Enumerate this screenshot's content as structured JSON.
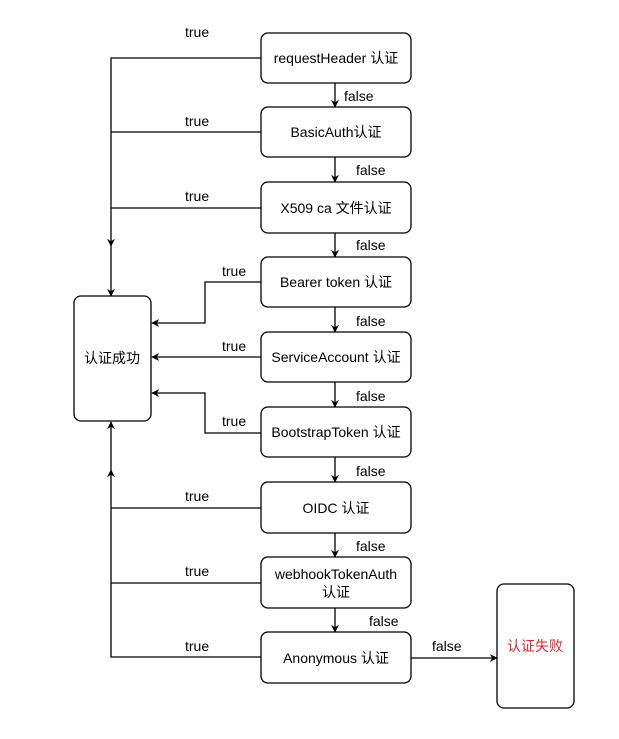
{
  "nodes": {
    "n1": {
      "lines": [
        "requestHeader 认证"
      ]
    },
    "n2": {
      "lines": [
        "BasicAuth认证"
      ]
    },
    "n3": {
      "lines": [
        "X509 ca 文件认证"
      ]
    },
    "n4": {
      "lines": [
        "Bearer token 认证"
      ]
    },
    "n5": {
      "lines": [
        "ServiceAccount 认证"
      ]
    },
    "n6": {
      "lines": [
        "BootstrapToken 认证"
      ]
    },
    "n7": {
      "lines": [
        "OIDC 认证"
      ]
    },
    "n8": {
      "lines": [
        "webhookTokenAuth",
        "认证"
      ]
    },
    "n9": {
      "lines": [
        "Anonymous 认证"
      ]
    },
    "success": {
      "lines": [
        "认证成功"
      ]
    },
    "failure": {
      "lines": [
        "认证失败"
      ],
      "color": "#e0252b"
    }
  },
  "edge_labels": {
    "true": "true",
    "false": "false"
  },
  "colors": {
    "stroke": "#000000",
    "failure_text": "#e0252b"
  }
}
